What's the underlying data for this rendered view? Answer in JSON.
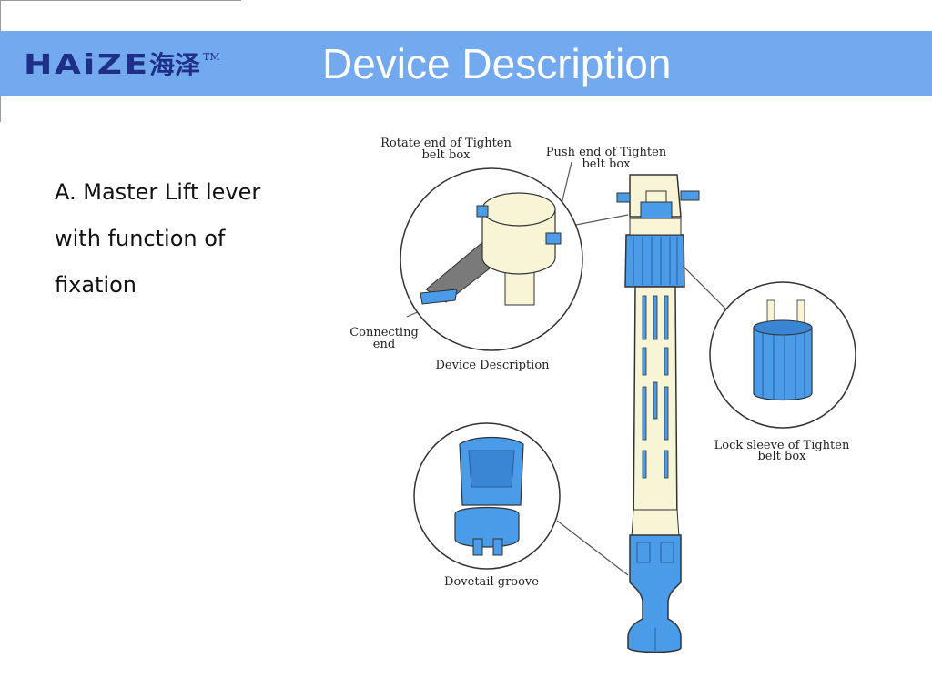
{
  "header": {
    "logo_text": "HAiZE",
    "logo_chinese": "海泽",
    "logo_tm": "TM",
    "title": "Device Description"
  },
  "body": {
    "lines": [
      "A. Master Lift lever",
      "with function of",
      "fixation"
    ]
  },
  "diagram": {
    "labels": {
      "rotate_end_line1": "Rotate end of Tighten",
      "rotate_end_line2": "belt box",
      "push_end_line1": "Push end of Tighten",
      "push_end_line2": "belt box",
      "connecting_line1": "Connecting",
      "connecting_line2": "end",
      "device_description": "Device Description",
      "lock_sleeve_line1": "Lock sleeve of Tighten",
      "lock_sleeve_line2": "belt box",
      "dovetail_groove": "Dovetail groove"
    },
    "colors": {
      "accent_blue": "#4a9be8",
      "cream": "#f7f5d6",
      "outline": "#333333",
      "header_bar": "#73a9ee",
      "logo_navy": "#1f2f87"
    }
  }
}
